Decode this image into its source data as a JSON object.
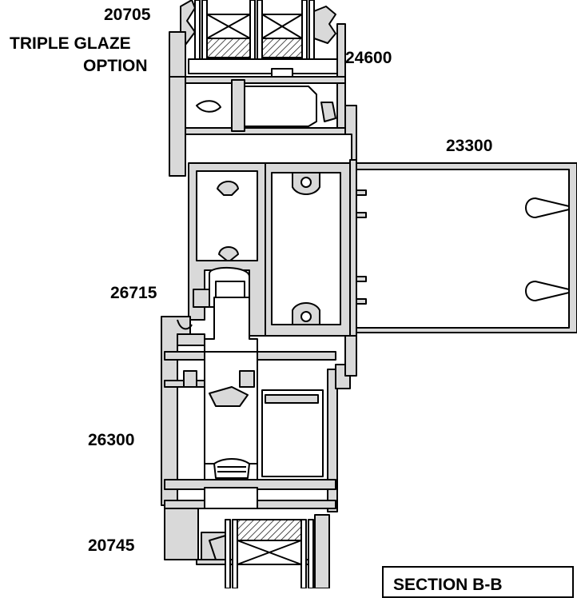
{
  "labels": {
    "part_20705": "20705",
    "triple_glaze_line1": "TRIPLE GLAZE",
    "triple_glaze_line2": "OPTION",
    "part_24600": "24600",
    "part_23300": "23300",
    "part_26715": "26715",
    "part_26300": "26300",
    "part_20745": "20745",
    "section": "SECTION B-B"
  },
  "colors": {
    "profile_fill": "#d9d9d9",
    "outline": "#000000",
    "background": "#ffffff"
  }
}
